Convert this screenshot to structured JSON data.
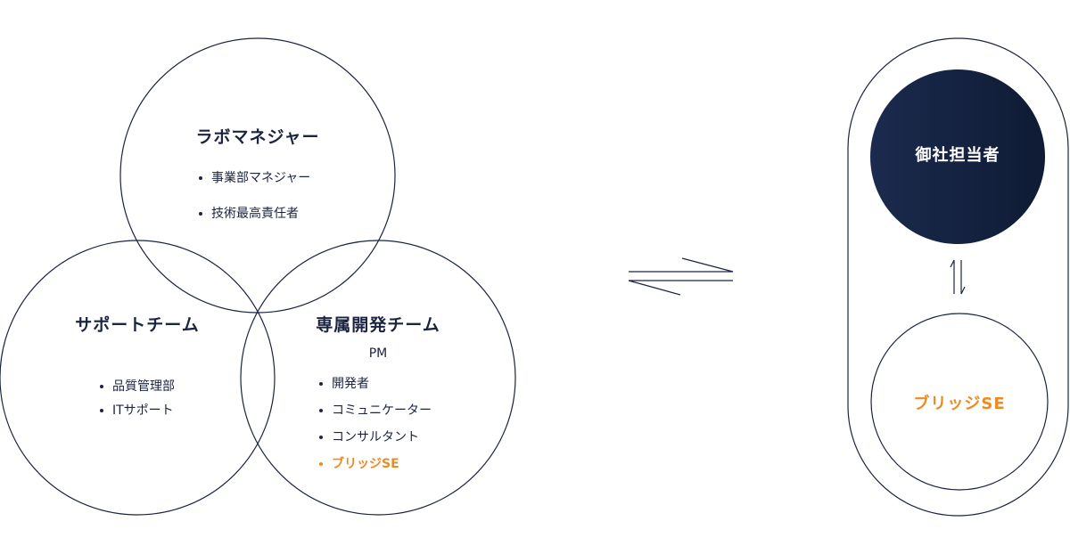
{
  "colors": {
    "navy": "#1b2440",
    "navy_dark": "#0f1b34",
    "navy_light": "#1b2a4e",
    "accent_orange": "#ee8a23",
    "line": "#1b2440",
    "background": "#ffffff"
  },
  "lab_team": {
    "lab_manager_circle": {
      "title": "ラボマネジャー",
      "items": [
        "事業部マネジャー",
        "技術最高責任者"
      ]
    },
    "support_team_circle": {
      "title": "サポートチーム",
      "items": [
        "品質管理部",
        "ITサポート"
      ]
    },
    "dedicated_team_circle": {
      "title": "専属開発チーム",
      "sub_label": "PM",
      "items": [
        "開発者",
        "コミュニケーター",
        "コンサルタント"
      ],
      "highlight_item": "ブリッジSE"
    }
  },
  "exchange_arrows": {
    "icon": "bidirectional-arrows-icon"
  },
  "client_side": {
    "client_label": "御社担当者",
    "vertical_arrows_icon": "up-down-arrows-icon",
    "bridge_label": "ブリッジSE"
  }
}
